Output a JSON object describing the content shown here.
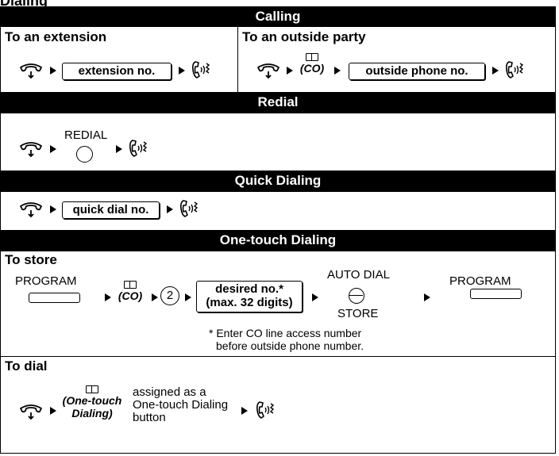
{
  "page_title": "Dialing",
  "sections": {
    "calling": {
      "header": "Calling",
      "left_title": "To an extension",
      "right_title": "To an outside party",
      "extension_label": "extension no.",
      "outside_label": "outside phone no.",
      "co_label": "(CO)"
    },
    "redial": {
      "header": "Redial",
      "button_label": "REDIAL"
    },
    "quick": {
      "header": "Quick Dialing",
      "label": "quick dial no."
    },
    "onetouch": {
      "header": "One-touch Dialing",
      "store_title": "To store",
      "program_label": "PROGRAM",
      "co_label": "(CO)",
      "digit": "2",
      "desired_line1": "desired no.*",
      "desired_line2": "(max. 32 digits)",
      "auto_dial_label": "AUTO DIAL",
      "store_label": "STORE",
      "program_label_end": "PROGRAM",
      "note_line1": "* Enter CO line access number",
      "note_line2": "before outside phone number.",
      "dial_title": "To dial",
      "ot_label_line1": "(One-touch",
      "ot_label_line2": "Dialing)",
      "assigned_line1": "assigned as a",
      "assigned_line2": "One-touch Dialing",
      "assigned_line3": "button"
    }
  },
  "icons": {
    "offhook": "handset-off-hook-icon",
    "talk": "talk-icon",
    "arrow": "arrow-right-icon"
  }
}
